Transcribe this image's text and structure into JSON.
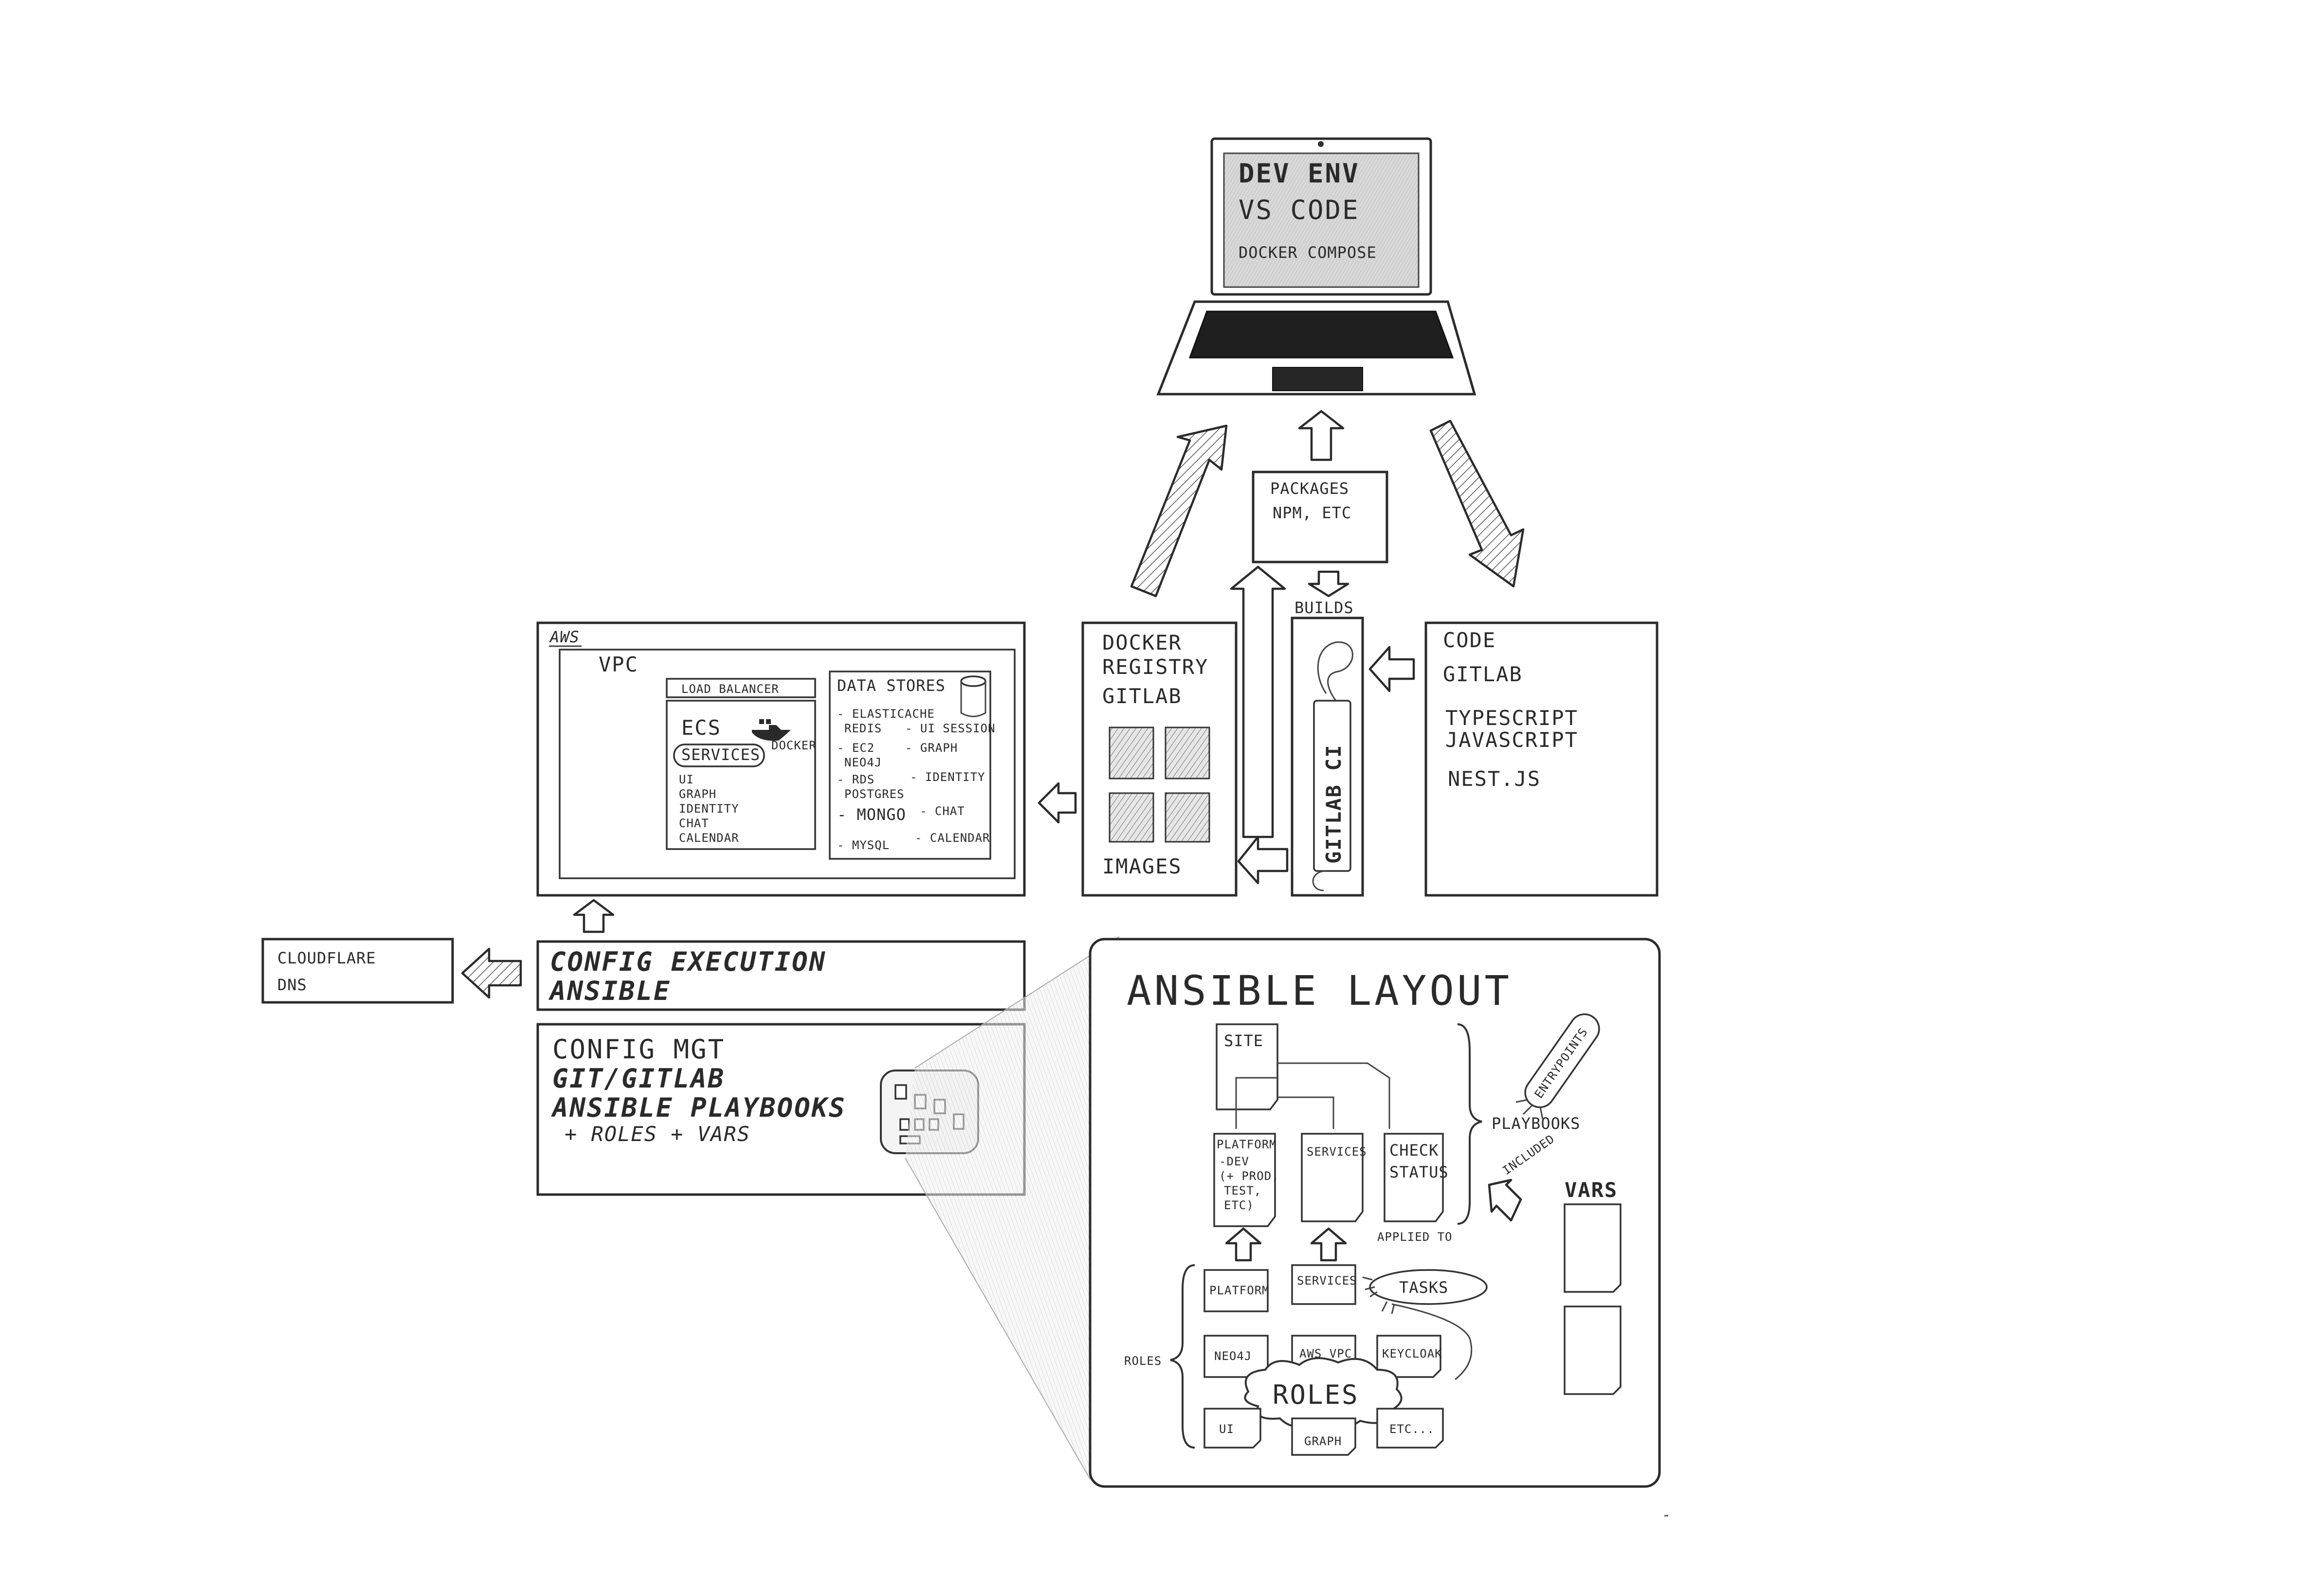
{
  "laptop": {
    "line1": "DEV ENV",
    "line2": "VS CODE",
    "line3": "DOCKER COMPOSE"
  },
  "packages": {
    "line1": "PACKAGES",
    "line2": "NPM, ETC"
  },
  "builds": {
    "label": "BUILDS",
    "ci_label": "GITLAB CI"
  },
  "registry": {
    "line1": "DOCKER",
    "line2": "REGISTRY",
    "line3": "GITLAB",
    "images": "IMAGES"
  },
  "code": {
    "line1": "CODE",
    "line2": "GITLAB",
    "line3": "TYPESCRIPT",
    "line4": "JAVASCRIPT",
    "line5": "NEST.JS"
  },
  "aws": {
    "label": "AWS",
    "vpc": "VPC",
    "load_balancer": "LOAD BALANCER",
    "ecs": "ECS",
    "docker": "DOCKER",
    "services": "SERVICES",
    "service_list": [
      "UI",
      "GRAPH",
      "IDENTITY",
      "CHAT",
      "CALENDAR"
    ],
    "data_stores": "DATA STORES",
    "stores": [
      {
        "name": "- ELASTICACHE",
        "use": ""
      },
      {
        "name": "REDIS",
        "use": "- UI SESSION"
      },
      {
        "name": "- EC2",
        "use": "- GRAPH"
      },
      {
        "name": "NEO4J",
        "use": ""
      },
      {
        "name": "- RDS",
        "use": "- IDENTITY"
      },
      {
        "name": "POSTGRES",
        "use": ""
      },
      {
        "name": "- MONGO",
        "use": "- CHAT"
      },
      {
        "name": "- MYSQL",
        "use": "- CALENDAR"
      }
    ]
  },
  "cloudflare": {
    "line1": "CLOUDFLARE",
    "line2": "DNS"
  },
  "config_exec": {
    "line1": "CONFIG EXECUTION",
    "line2": "ANSIBLE"
  },
  "config_mgt": {
    "line1": "CONFIG MGT",
    "line2": "GIT/GITLAB",
    "line3": "ANSIBLE PLAYBOOKS",
    "line4": "+ ROLES + VARS"
  },
  "ansible": {
    "title": "ANSIBLE LAYOUT",
    "site": "SITE",
    "platform_dev": [
      "PLATFORM",
      "-DEV",
      "(+ PROD,",
      "TEST,",
      "ETC)"
    ],
    "services_pb": "SERVICES",
    "check_status": [
      "CHECK",
      "STATUS"
    ],
    "playbooks": "PLAYBOOKS",
    "entrypoints": "ENTRYPOINTS",
    "included": "INCLUDED",
    "vars": "VARS",
    "applied_to": "APPLIED TO",
    "roles_label": "ROLES",
    "role_platform": "PLATFORM",
    "role_services": "SERVICES",
    "tasks": "TASKS",
    "role_neo4j": "NEO4J",
    "role_awsvpc": "AWS VPC",
    "role_keycloak": "KEYCLOAK",
    "roles_cloud": "ROLES",
    "role_ui": "UI",
    "role_graph": "GRAPH",
    "role_etc": "ETC..."
  },
  "colors": {
    "ink": "#2b2b2b",
    "screen": "#d6d6d6",
    "keyboard": "#1c1c1c"
  }
}
